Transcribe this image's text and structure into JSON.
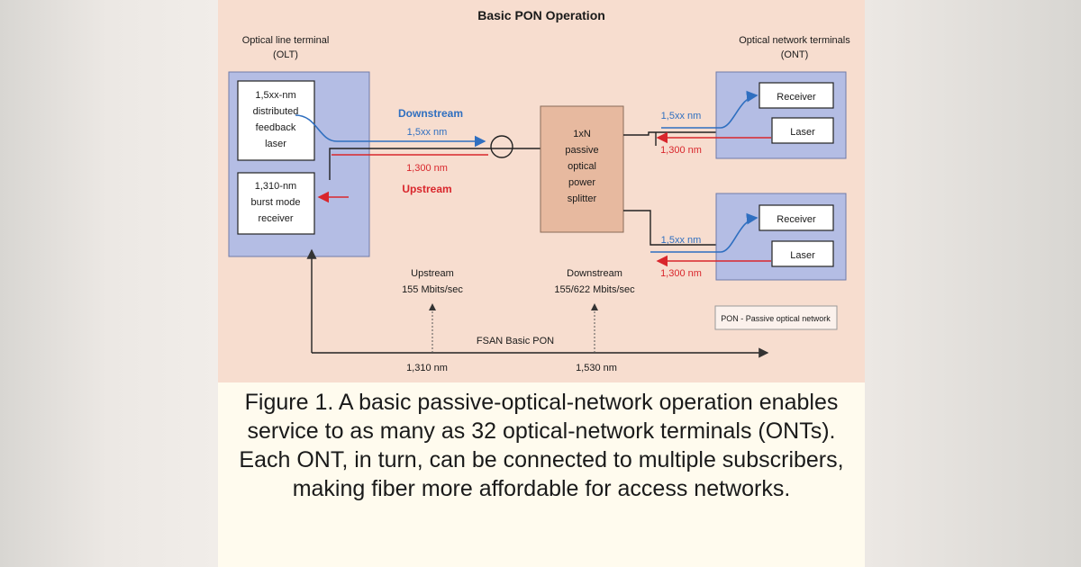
{
  "diagram": {
    "title": "Basic PON Operation",
    "olt": {
      "heading_line1": "Optical line terminal",
      "heading_line2": "(OLT)",
      "laser_box": [
        "1,5xx-nm",
        "distributed",
        "feedback",
        "laser"
      ],
      "receiver_box": [
        "1,310-nm",
        "burst mode",
        "receiver"
      ]
    },
    "ont": {
      "heading_line1": "Optical network terminals",
      "heading_line2": "(ONT)",
      "receiver_label": "Receiver",
      "laser_label": "Laser",
      "downstream_wavelength": "1,5xx nm",
      "upstream_wavelength": "1,300 nm"
    },
    "splitter": [
      "1xN",
      "passive",
      "optical",
      "power",
      "splitter"
    ],
    "downstream_label": "Downstream",
    "downstream_wavelength": "1,5xx nm",
    "upstream_wavelength": "1,300 nm",
    "upstream_label": "Upstream",
    "bottom_upstream_line1": "Upstream",
    "bottom_upstream_line2": "155 Mbits/sec",
    "bottom_downstream_line1": "Downstream",
    "bottom_downstream_line2": "155/622 Mbits/sec",
    "axis_label": "FSAN Basic PON",
    "axis_tick_left": "1,310 nm",
    "axis_tick_right": "1,530 nm",
    "legend": "PON - Passive optical network"
  },
  "caption": "Figure 1. A basic passive-optical-network operation enables service to as many as 32 optical-network terminals (ONTs). Each ONT, in turn, can be connected to multiple subscribers, making fiber more affordable for access networks.",
  "colors": {
    "diagram_bg": "#f7ddcf",
    "caption_bg": "#fffbee",
    "terminal_fill": "#b4bde4",
    "splitter_fill": "#e7b99f",
    "downstream": "#2f6fc0",
    "upstream": "#d9262c"
  }
}
